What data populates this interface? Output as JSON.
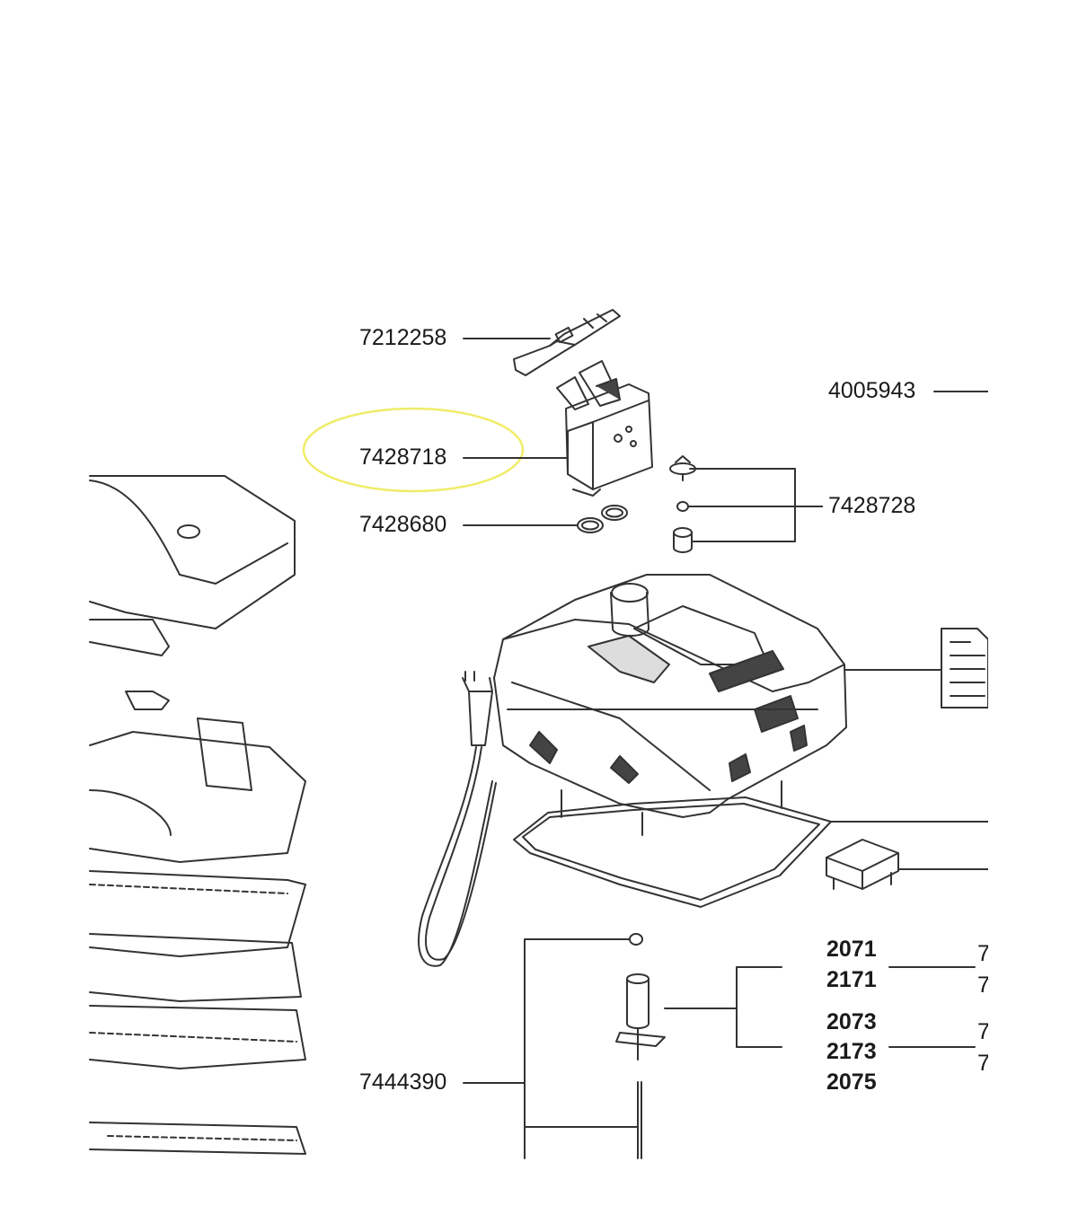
{
  "labels": {
    "n7212258": "7212258",
    "n4005943": "4005943",
    "n7428718": "7428718",
    "n7428680": "7428680",
    "n7428728": "7428728",
    "n7444390": "7444390",
    "m2071": "2071",
    "m2171": "2171",
    "m2073": "2073",
    "m2173": "2173",
    "m2075": "2075",
    "cut1": "7",
    "cut2": "7",
    "cut3": "7",
    "cut4": "7"
  },
  "highlight_color": "#f0ec6a",
  "line_color": "#333333"
}
